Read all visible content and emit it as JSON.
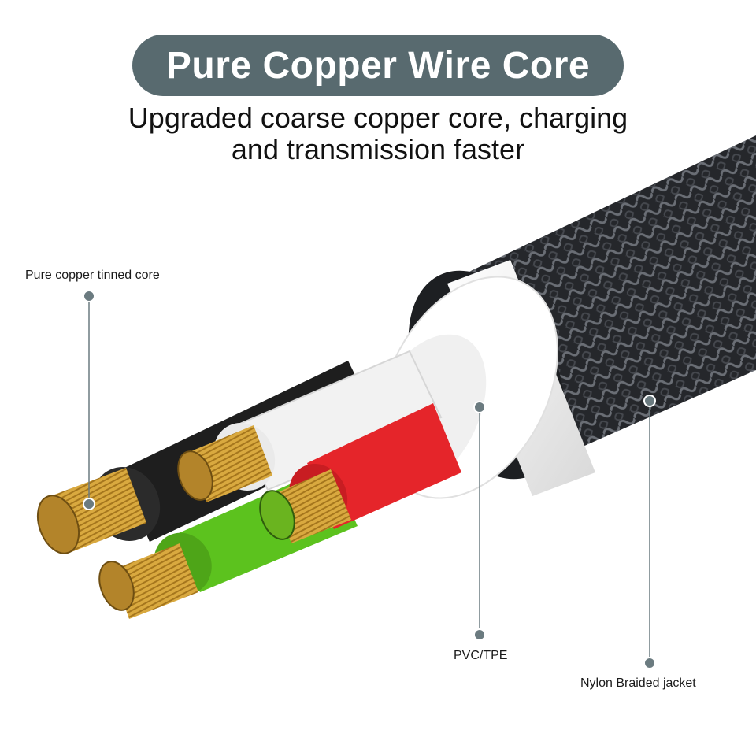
{
  "header": {
    "title": "Pure Copper Wire Core",
    "subtitle_line1": "Upgraded coarse copper core, charging",
    "subtitle_line2": "and transmission faster"
  },
  "labels": {
    "core": "Pure copper tinned core",
    "insulation": "PVC/TPE",
    "jacket": "Nylon Braided jacket"
  },
  "colors": {
    "title_pill": "#586a6f",
    "copper": "#d9a93f",
    "wire_black": "#1e1e1e",
    "wire_white": "#f2f2f2",
    "wire_red": "#e5252a",
    "wire_green": "#5cc21e",
    "jacket": "#2a2c30",
    "callout": "#6b7b80"
  }
}
